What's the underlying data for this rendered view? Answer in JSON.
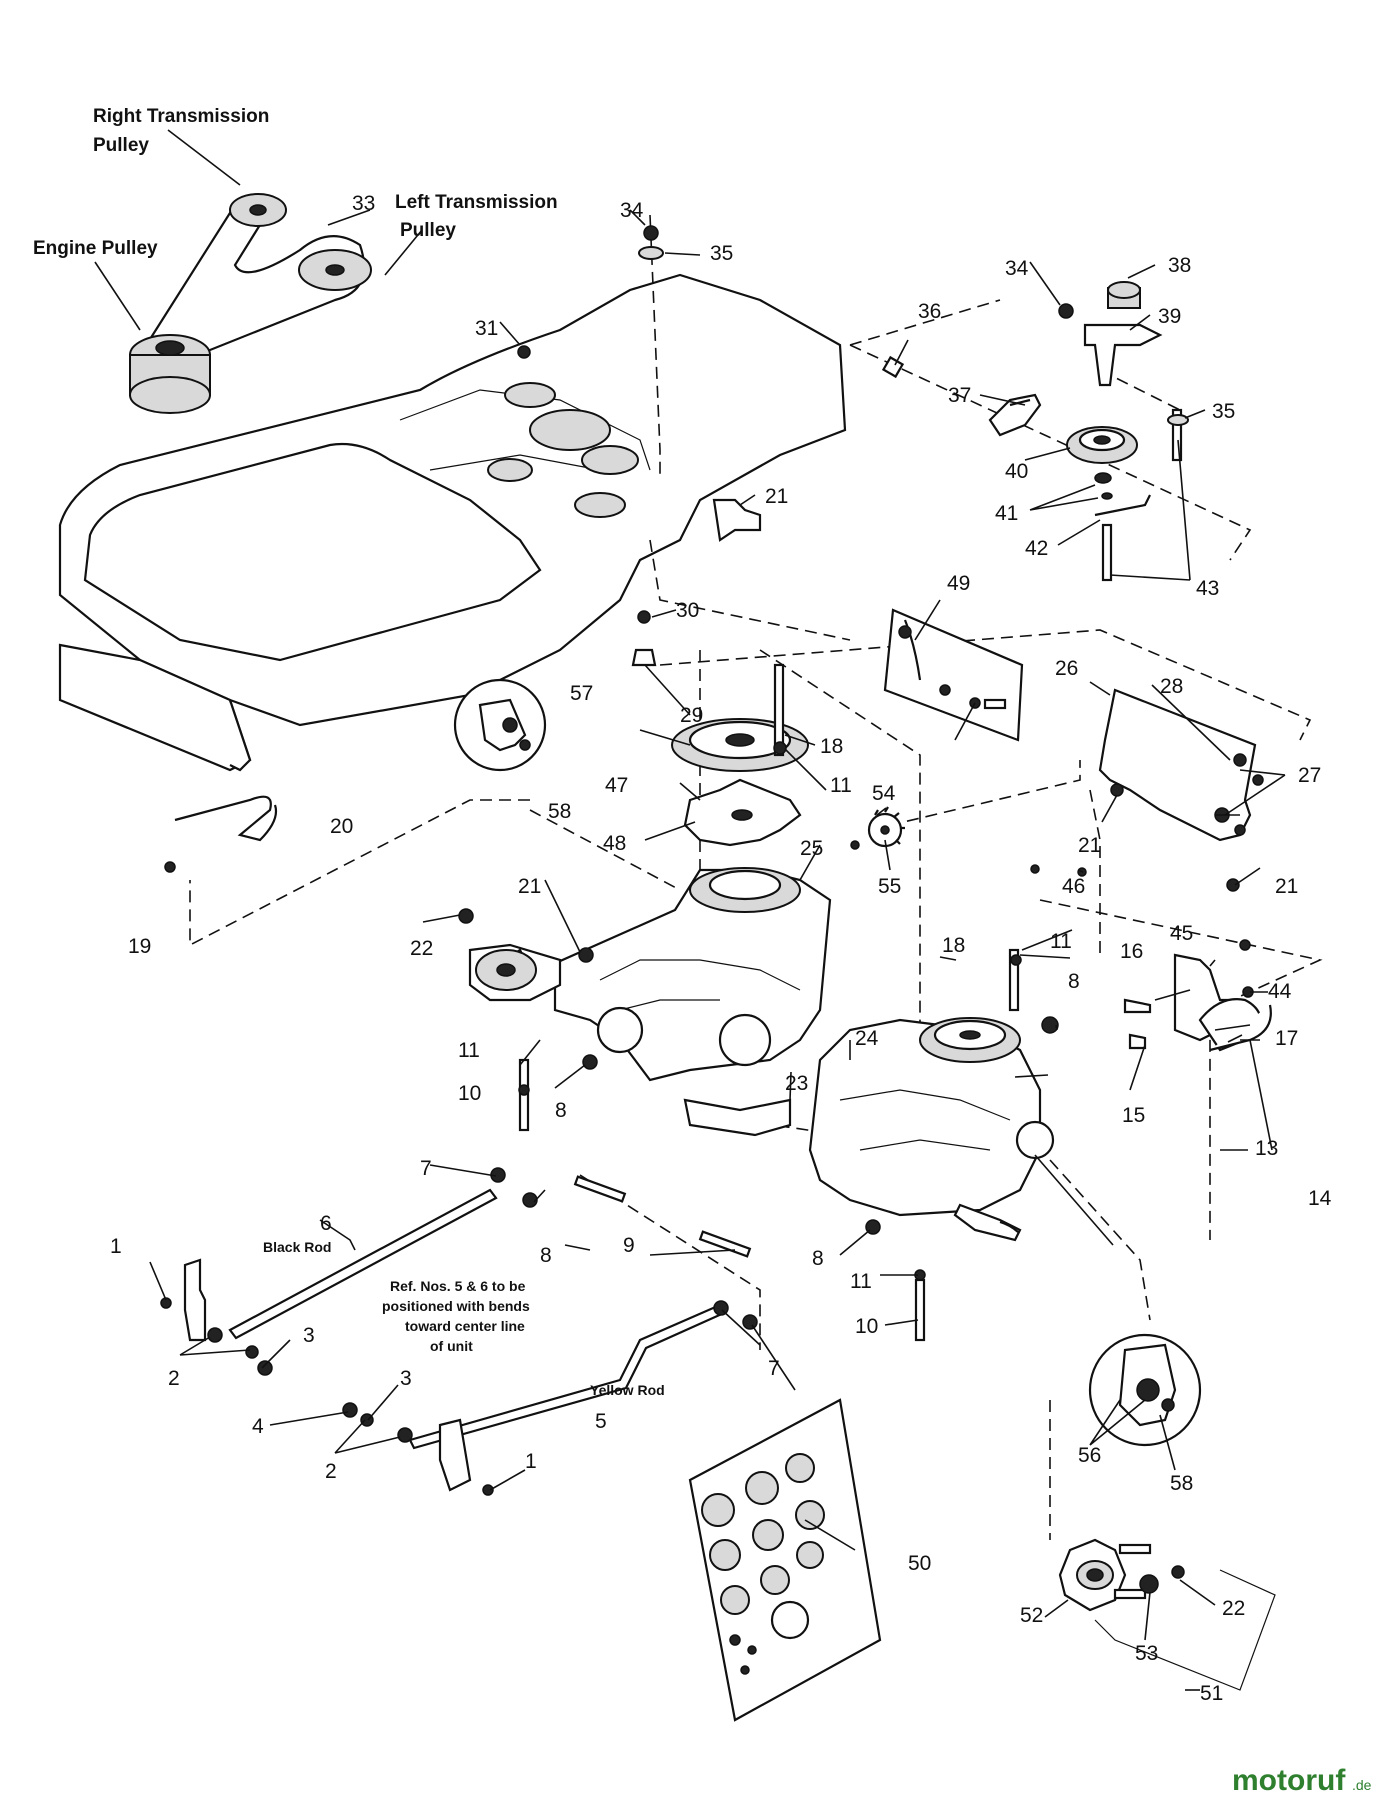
{
  "captions": {
    "right_transmission_pulley_l1": "Right Transmission",
    "right_transmission_pulley_l2": "Pulley",
    "left_transmission_pulley_l1": "Left Transmission",
    "left_transmission_pulley_l2": "Pulley",
    "engine_pulley": "Engine Pulley",
    "black_rod": "Black Rod",
    "yellow_rod": "Yellow Rod",
    "note_l1": "Ref. Nos. 5 & 6 to be",
    "note_l2": "positioned with bends",
    "note_l3": "toward center line",
    "note_l4": "of unit"
  },
  "part_numbers": {
    "p1": "1",
    "p2": "2",
    "p3": "3",
    "p4": "4",
    "p5": "5",
    "p6": "6",
    "p7": "7",
    "p8": "8",
    "p9": "9",
    "p10": "10",
    "p11": "11",
    "p13": "13",
    "p14": "14",
    "p15": "15",
    "p16": "16",
    "p17": "17",
    "p18": "18",
    "p19": "19",
    "p20": "20",
    "p21": "21",
    "p22": "22",
    "p23": "23",
    "p24": "24",
    "p25": "25",
    "p26": "26",
    "p27": "27",
    "p28": "28",
    "p29": "29",
    "p30": "30",
    "p31": "31",
    "p33": "33",
    "p34": "34",
    "p35": "35",
    "p36": "36",
    "p37": "37",
    "p38": "38",
    "p39": "39",
    "p40": "40",
    "p41": "41",
    "p42": "42",
    "p43": "43",
    "p44": "44",
    "p45": "45",
    "p46": "46",
    "p47": "47",
    "p48": "48",
    "p49": "49",
    "p50": "50",
    "p51": "51",
    "p52": "52",
    "p53": "53",
    "p54": "54",
    "p55": "55",
    "p56": "56",
    "p57": "57",
    "p58": "58"
  },
  "watermark": {
    "brand": "motoruf",
    "tld": ".de"
  }
}
